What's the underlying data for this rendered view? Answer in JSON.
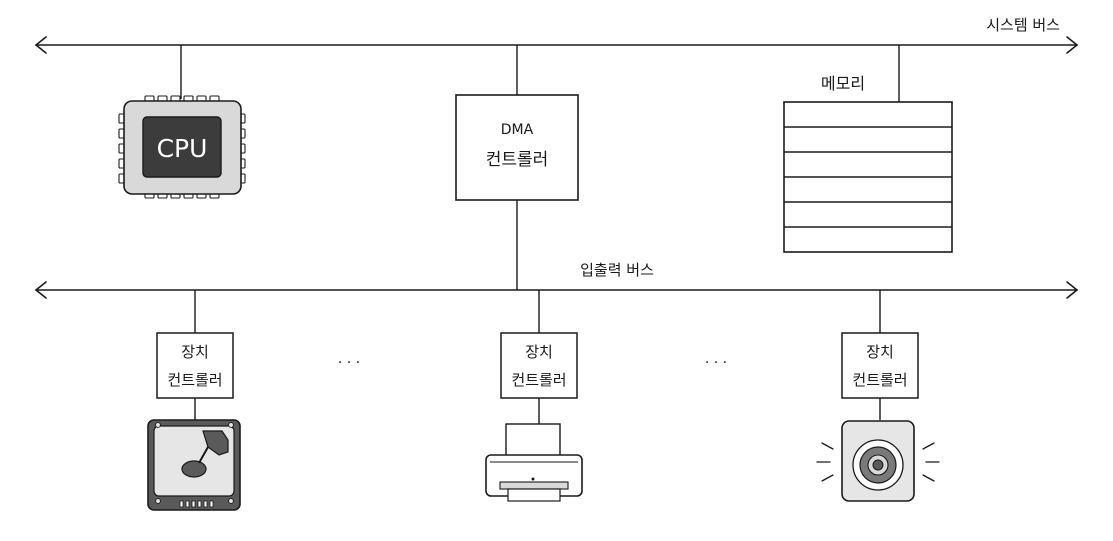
{
  "system_bus": {
    "label": "시스템 버스"
  },
  "io_bus": {
    "label": "입출력 버스"
  },
  "cpu": {
    "label": "CPU"
  },
  "dma": {
    "line1": "DMA",
    "line2": "컨트롤러"
  },
  "memory": {
    "label": "메모리"
  },
  "device_controllers": [
    {
      "line1": "장치",
      "line2": "컨트롤러",
      "device_icon": "hard-disk-icon"
    },
    {
      "line1": "장치",
      "line2": "컨트롤러",
      "device_icon": "printer-icon"
    },
    {
      "line1": "장치",
      "line2": "컨트롤러",
      "device_icon": "speaker-icon"
    }
  ],
  "ellipsis": "· · ·",
  "colors": {
    "line": "#1a1a1a",
    "chip_body": "#d9d9d9",
    "chip_core": "#3c3c3c",
    "disk_body": "#5a5a5a",
    "device_light": "#e6e6e6"
  }
}
